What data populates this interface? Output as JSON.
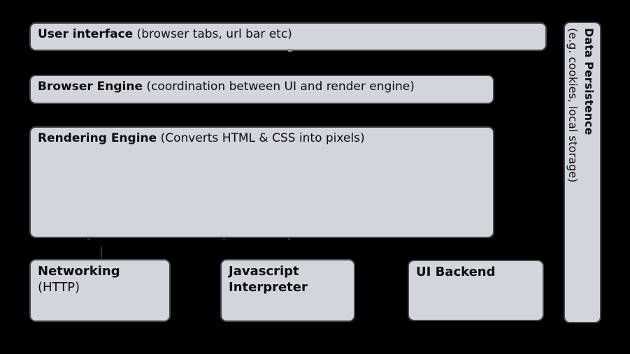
{
  "colors": {
    "background": "#000000",
    "box_fill": "#d2d5dc",
    "box_border": "#43474d",
    "text": "#0b0c0d"
  },
  "boxes": {
    "user_interface": {
      "title": "User interface",
      "subtitle": "(browser tabs, url bar etc)"
    },
    "browser_engine": {
      "title": "Browser Engine",
      "subtitle": "(coordination between UI and render engine)"
    },
    "rendering_engine": {
      "title": "Rendering Engine",
      "subtitle": "(Converts HTML & CSS into pixels)"
    },
    "networking": {
      "title": "Networking",
      "subtitle": "(HTTP)"
    },
    "javascript_interpreter": {
      "title": "Javascript Interpreter",
      "subtitle": ""
    },
    "ui_backend": {
      "title": "UI Backend",
      "subtitle": ""
    },
    "data_persistence": {
      "title": "Data Persistence",
      "subtitle": "(e.g. cookies, local storage)"
    }
  }
}
